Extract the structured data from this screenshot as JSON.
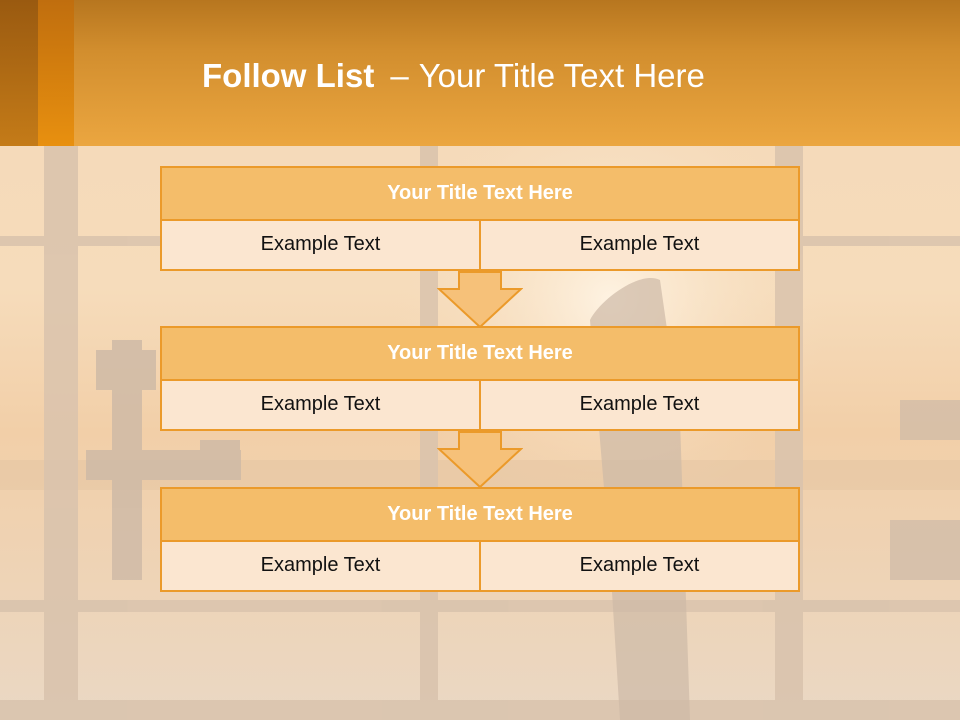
{
  "header": {
    "title_bold": "Follow List",
    "title_separator": "–",
    "title_rest": "Your Title Text Here"
  },
  "blocks": [
    {
      "title": "Your Title Text Here",
      "cells": [
        "Example Text",
        "Example Text"
      ]
    },
    {
      "title": "Your Title Text Here",
      "cells": [
        "Example Text",
        "Example Text"
      ]
    },
    {
      "title": "Your Title Text Here",
      "cells": [
        "Example Text",
        "Example Text"
      ]
    }
  ],
  "colors": {
    "header": "#eba640",
    "block_title_fill": "#f4bd6a",
    "block_border": "#eb9a2a",
    "block_row_fill": "#fbe6d0",
    "arrow_fill": "#f6c179"
  }
}
